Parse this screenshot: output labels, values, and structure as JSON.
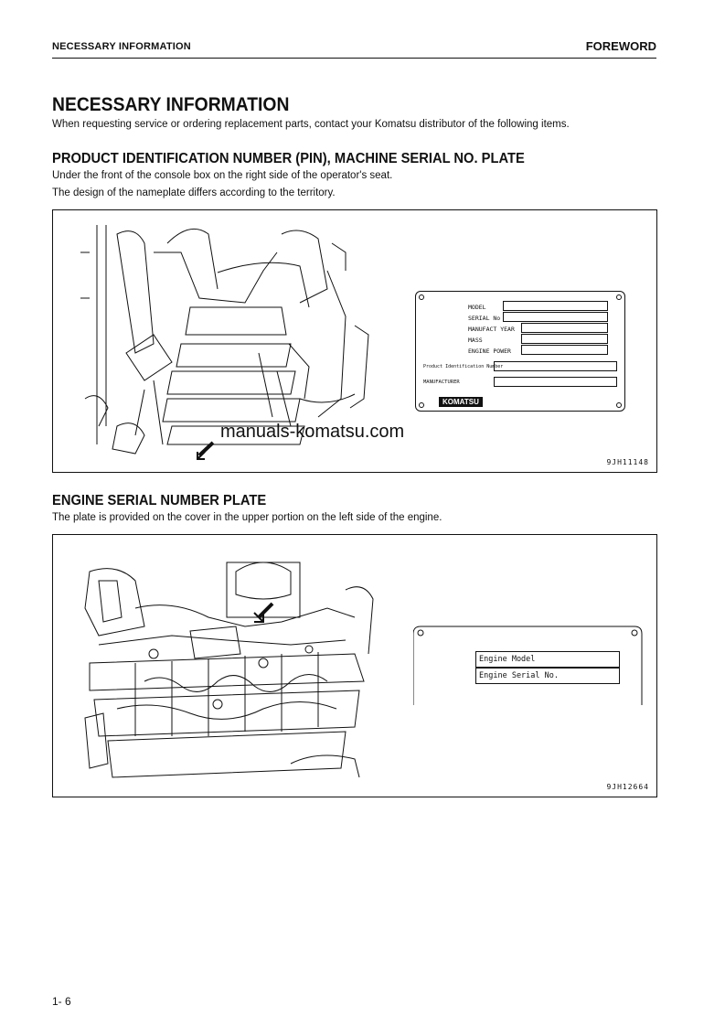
{
  "header": {
    "section": "NECESSARY INFORMATION",
    "chapter": "FOREWORD"
  },
  "title": "NECESSARY INFORMATION",
  "intro": "When requesting service or ordering replacement parts, contact your Komatsu distributor of the following items.",
  "pin_section": {
    "heading": "PRODUCT IDENTIFICATION NUMBER (PIN), MACHINE SERIAL NO. PLATE",
    "line1": "Under the front of the console box on the right side of the operator's seat.",
    "line2": "The design of the nameplate differs according to the territory.",
    "figure_code": "9JH11148",
    "plate": {
      "rows": [
        "MODEL",
        "SERIAL No",
        "MANUFACT YEAR",
        "MASS",
        "ENGINE POWER"
      ],
      "pin_label": "Product Identification Number",
      "manufacturer_label": "MANUFACTURER",
      "brand": "KOMATSU"
    }
  },
  "watermark": "manuals-komatsu.com",
  "engine_section": {
    "heading": "ENGINE SERIAL NUMBER PLATE",
    "line1": "The plate is provided on the cover in the upper portion on the left side of the engine.",
    "figure_code": "9JH12664",
    "plate": {
      "rows": [
        "Engine Model",
        "Engine Serial No."
      ]
    }
  },
  "footer": {
    "page": "1- 6"
  }
}
